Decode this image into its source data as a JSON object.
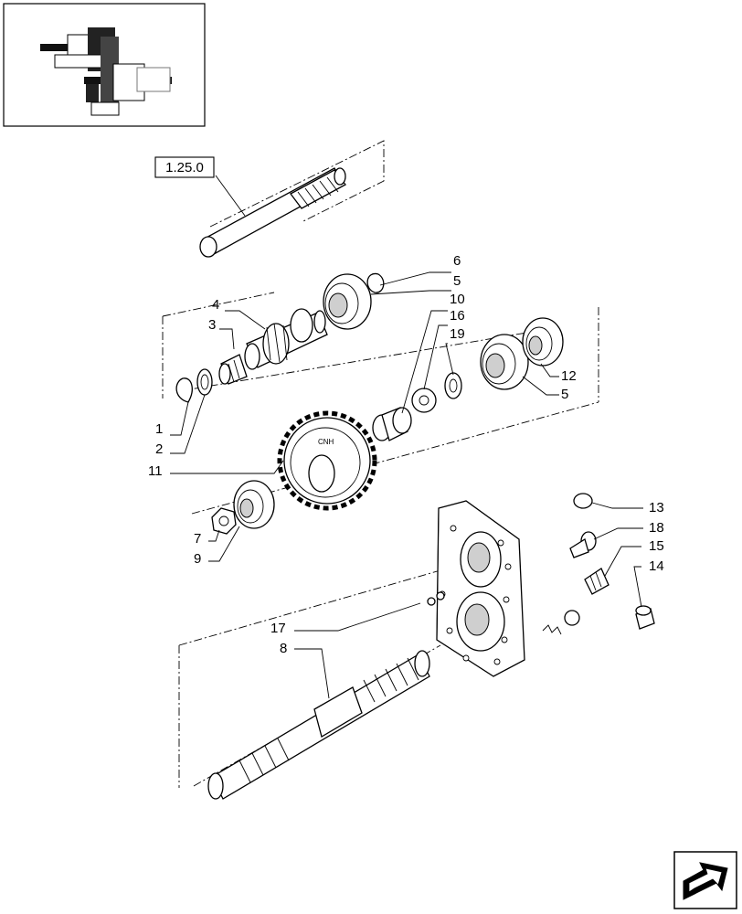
{
  "reference_label": "1.25.0",
  "callouts": [
    {
      "key": "c6",
      "label": "6"
    },
    {
      "key": "c5a",
      "label": "5"
    },
    {
      "key": "c10",
      "label": "10"
    },
    {
      "key": "c16",
      "label": "16"
    },
    {
      "key": "c19",
      "label": "19"
    },
    {
      "key": "c4",
      "label": "4"
    },
    {
      "key": "c3",
      "label": "3"
    },
    {
      "key": "c12",
      "label": "12"
    },
    {
      "key": "c5b",
      "label": "5"
    },
    {
      "key": "c1",
      "label": "1"
    },
    {
      "key": "c2",
      "label": "2"
    },
    {
      "key": "c11",
      "label": "11"
    },
    {
      "key": "c7",
      "label": "7"
    },
    {
      "key": "c9",
      "label": "9"
    },
    {
      "key": "c13",
      "label": "13"
    },
    {
      "key": "c18",
      "label": "18"
    },
    {
      "key": "c15",
      "label": "15"
    },
    {
      "key": "c14",
      "label": "14"
    },
    {
      "key": "c17",
      "label": "17"
    },
    {
      "key": "c8",
      "label": "8"
    }
  ],
  "gear_marking": "CNH",
  "icons": {
    "thumbnail": "assembly-thumbnail-icon",
    "next_page": "next-page-arrow-icon"
  }
}
